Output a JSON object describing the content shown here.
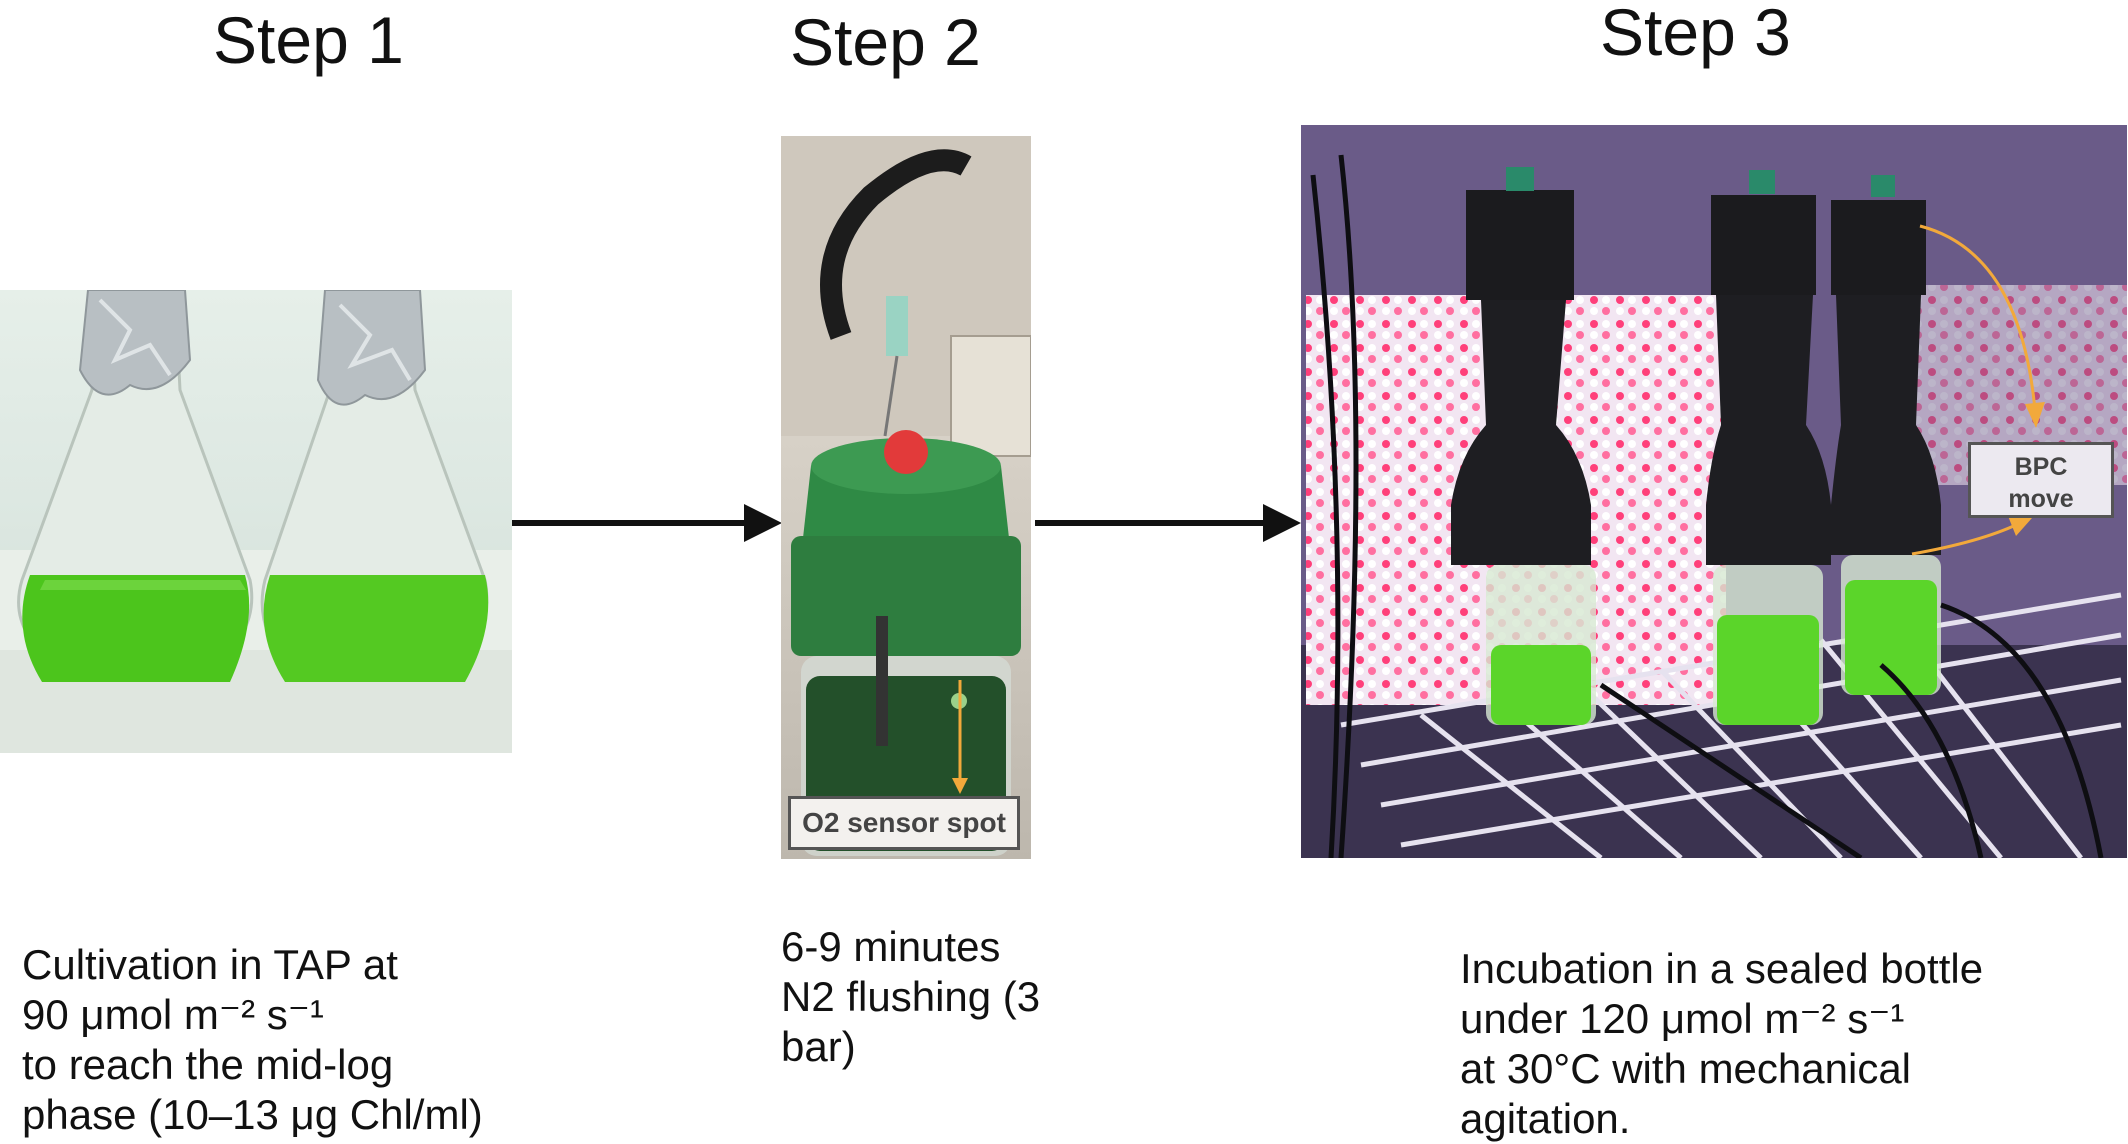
{
  "steps": [
    {
      "title": "Step 1",
      "caption_lines": [
        "Cultivation in TAP at",
        "90 μmol m⁻² s⁻¹",
        "to reach the mid-log",
        "phase (10–13 μg Chl/ml)"
      ],
      "photo_icon": "flask-photo-icon"
    },
    {
      "title": "Step 2",
      "caption_lines": [
        "6-9 minutes",
        "N2 flushing (3",
        "bar)"
      ],
      "photo_icon": "sealed-bottle-photo-icon",
      "callout": "O2 sensor spot"
    },
    {
      "title": "Step 3",
      "caption_lines": [
        "Incubation in a sealed bottle",
        "under 120 μmol  m⁻² s⁻¹",
        "at 30°C with mechanical",
        "agitation."
      ],
      "photo_icon": "incubation-setup-photo-icon",
      "callout_lines": [
        "BPC",
        "move"
      ]
    }
  ],
  "colors": {
    "arrow": "#111111",
    "callout_arrow": "#f2a93b",
    "culture_green": "#4cc51c"
  }
}
